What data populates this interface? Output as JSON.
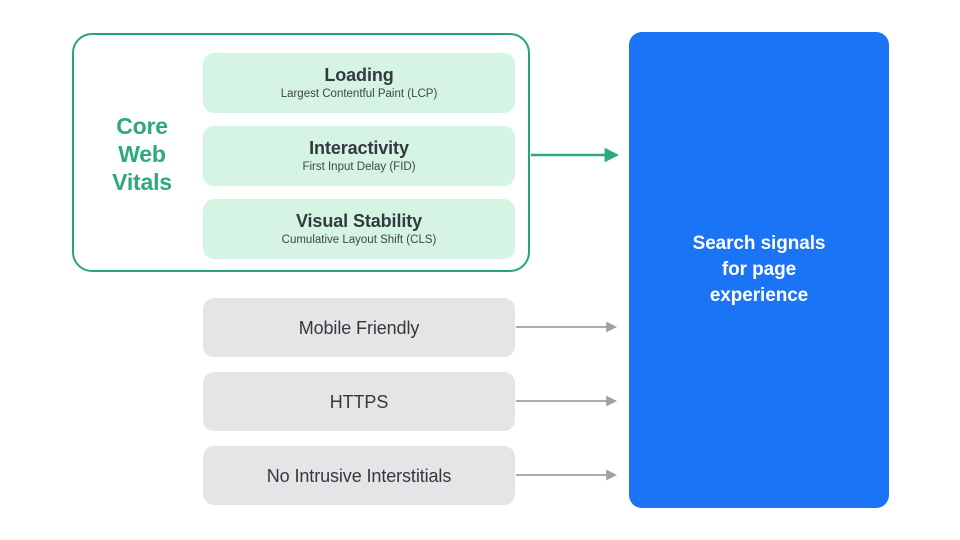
{
  "diagram": {
    "title": "Search signals for page experience",
    "core_web_vitals": {
      "label_lines": [
        "Core",
        "Web",
        "Vitals"
      ],
      "label_color": "#2EA97E",
      "border_color": "#29A37A",
      "card_fill": "#D6F4E3",
      "cards": [
        {
          "title": "Loading",
          "subtitle": "Largest Contentful Paint (LCP)"
        },
        {
          "title": "Interactivity",
          "subtitle": "First Input Delay (FID)"
        },
        {
          "title": "Visual Stability",
          "subtitle": "Cumulative Layout Shift (CLS)"
        }
      ]
    },
    "other_signals": {
      "card_fill": "#E4E5E7",
      "cards": [
        {
          "label": "Mobile Friendly"
        },
        {
          "label": "HTTPS"
        },
        {
          "label": "No Intrusive Interstitials"
        }
      ]
    },
    "target": {
      "lines": [
        "Search signals",
        "for page",
        "experience"
      ],
      "fill": "#1B73F5",
      "text_color": "#FFFFFF"
    },
    "connectors": [
      {
        "name": "core-web-vitals-arrow",
        "color": "#2EA97E"
      },
      {
        "name": "mobile-friendly-arrow",
        "color": "#9AA0A6"
      },
      {
        "name": "https-arrow",
        "color": "#9AA0A6"
      },
      {
        "name": "no-intrusive-interstitials-arrow",
        "color": "#9AA0A6"
      }
    ]
  }
}
